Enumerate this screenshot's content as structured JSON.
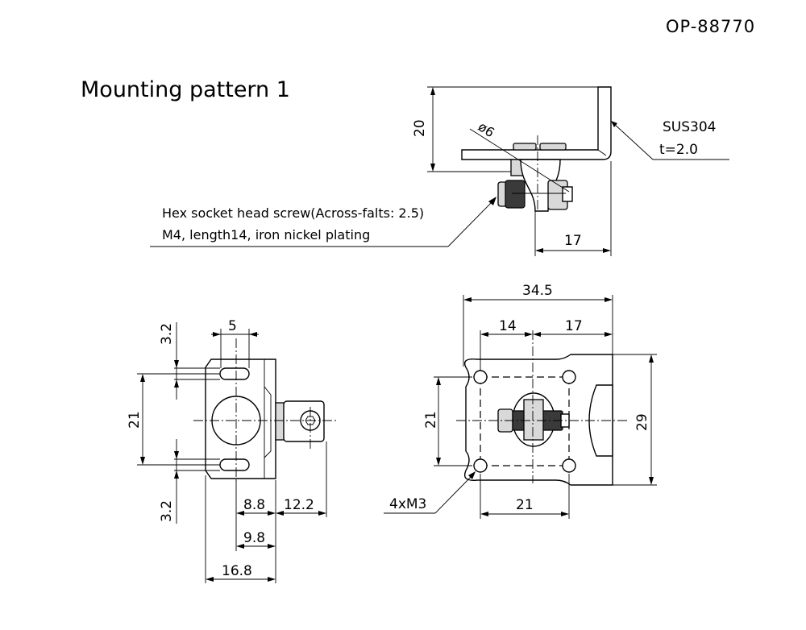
{
  "drawing_number": "OP-88770",
  "title": "Mounting pattern 1",
  "material": {
    "name": "SUS304",
    "thickness": "t=2.0"
  },
  "screw_note": {
    "line1": "Hex socket head screw(Across-falts: 2.5)",
    "line2": "M4, length14, iron nickel plating"
  },
  "hole_note": "4xM3",
  "side_view": {
    "height": "20",
    "diameter": "ø6",
    "offset": "17"
  },
  "left_view": {
    "slot_width": "5",
    "slot_top": "3.2",
    "slot_bottom": "3.2",
    "height": "21",
    "dim_a": "8.8",
    "dim_b": "12.2",
    "dim_c": "9.8",
    "dim_d": "16.8"
  },
  "right_view": {
    "overall_width": "34.5",
    "left_part": "14",
    "right_part": "17",
    "hole_pitch_v": "21",
    "hole_pitch_h": "21",
    "overall_height": "29"
  }
}
